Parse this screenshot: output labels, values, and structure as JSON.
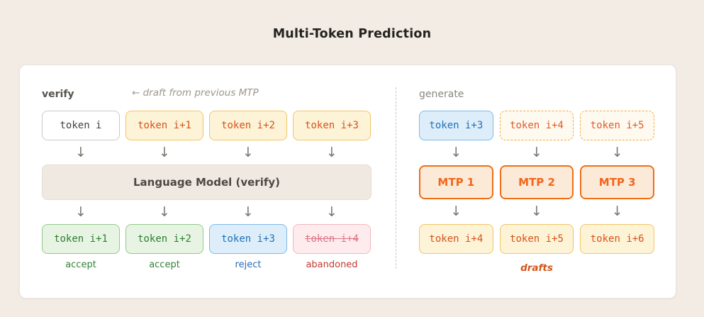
{
  "page": {
    "title": "Multi-Token Prediction"
  },
  "glyphs": {
    "arrow_down": "↓"
  },
  "colors": {
    "page_bg": "#f2ece5",
    "panel_bg": "#ffffff",
    "draft_yellow_bg": "#fdf3d6",
    "draft_border": "#f2c566",
    "draft_text": "#d8521d",
    "accept_green": "#2f7d33",
    "reject_blue": "#2070b8",
    "abandoned_red": "#c13a31",
    "mtp_orange": "#ee6f17",
    "model_box_bg": "#efe9e2"
  },
  "verify": {
    "label": "verify",
    "annotation": "← draft from previous MTP",
    "model_box": "Language Model (verify)",
    "boxes_in": [
      {
        "text": "token i"
      },
      {
        "text": "token i+1"
      },
      {
        "text": "token i+2"
      },
      {
        "text": "token i+3"
      }
    ],
    "boxes_out": [
      {
        "text": "token i+1",
        "label": "accept"
      },
      {
        "text": "token i+2",
        "label": "accept"
      },
      {
        "text": "token i+3",
        "label": "reject"
      },
      {
        "text": "token i+4",
        "label": "abandoned"
      }
    ]
  },
  "generate": {
    "label": "generate",
    "boxes_in": [
      {
        "text": "token i+3"
      },
      {
        "text": "token i+4"
      },
      {
        "text": "token i+5"
      }
    ],
    "mtp_boxes": [
      {
        "text": "MTP 1"
      },
      {
        "text": "MTP 2"
      },
      {
        "text": "MTP 3"
      }
    ],
    "boxes_out": [
      {
        "text": "token i+4"
      },
      {
        "text": "token i+5"
      },
      {
        "text": "token i+6"
      }
    ],
    "caption": "drafts"
  }
}
